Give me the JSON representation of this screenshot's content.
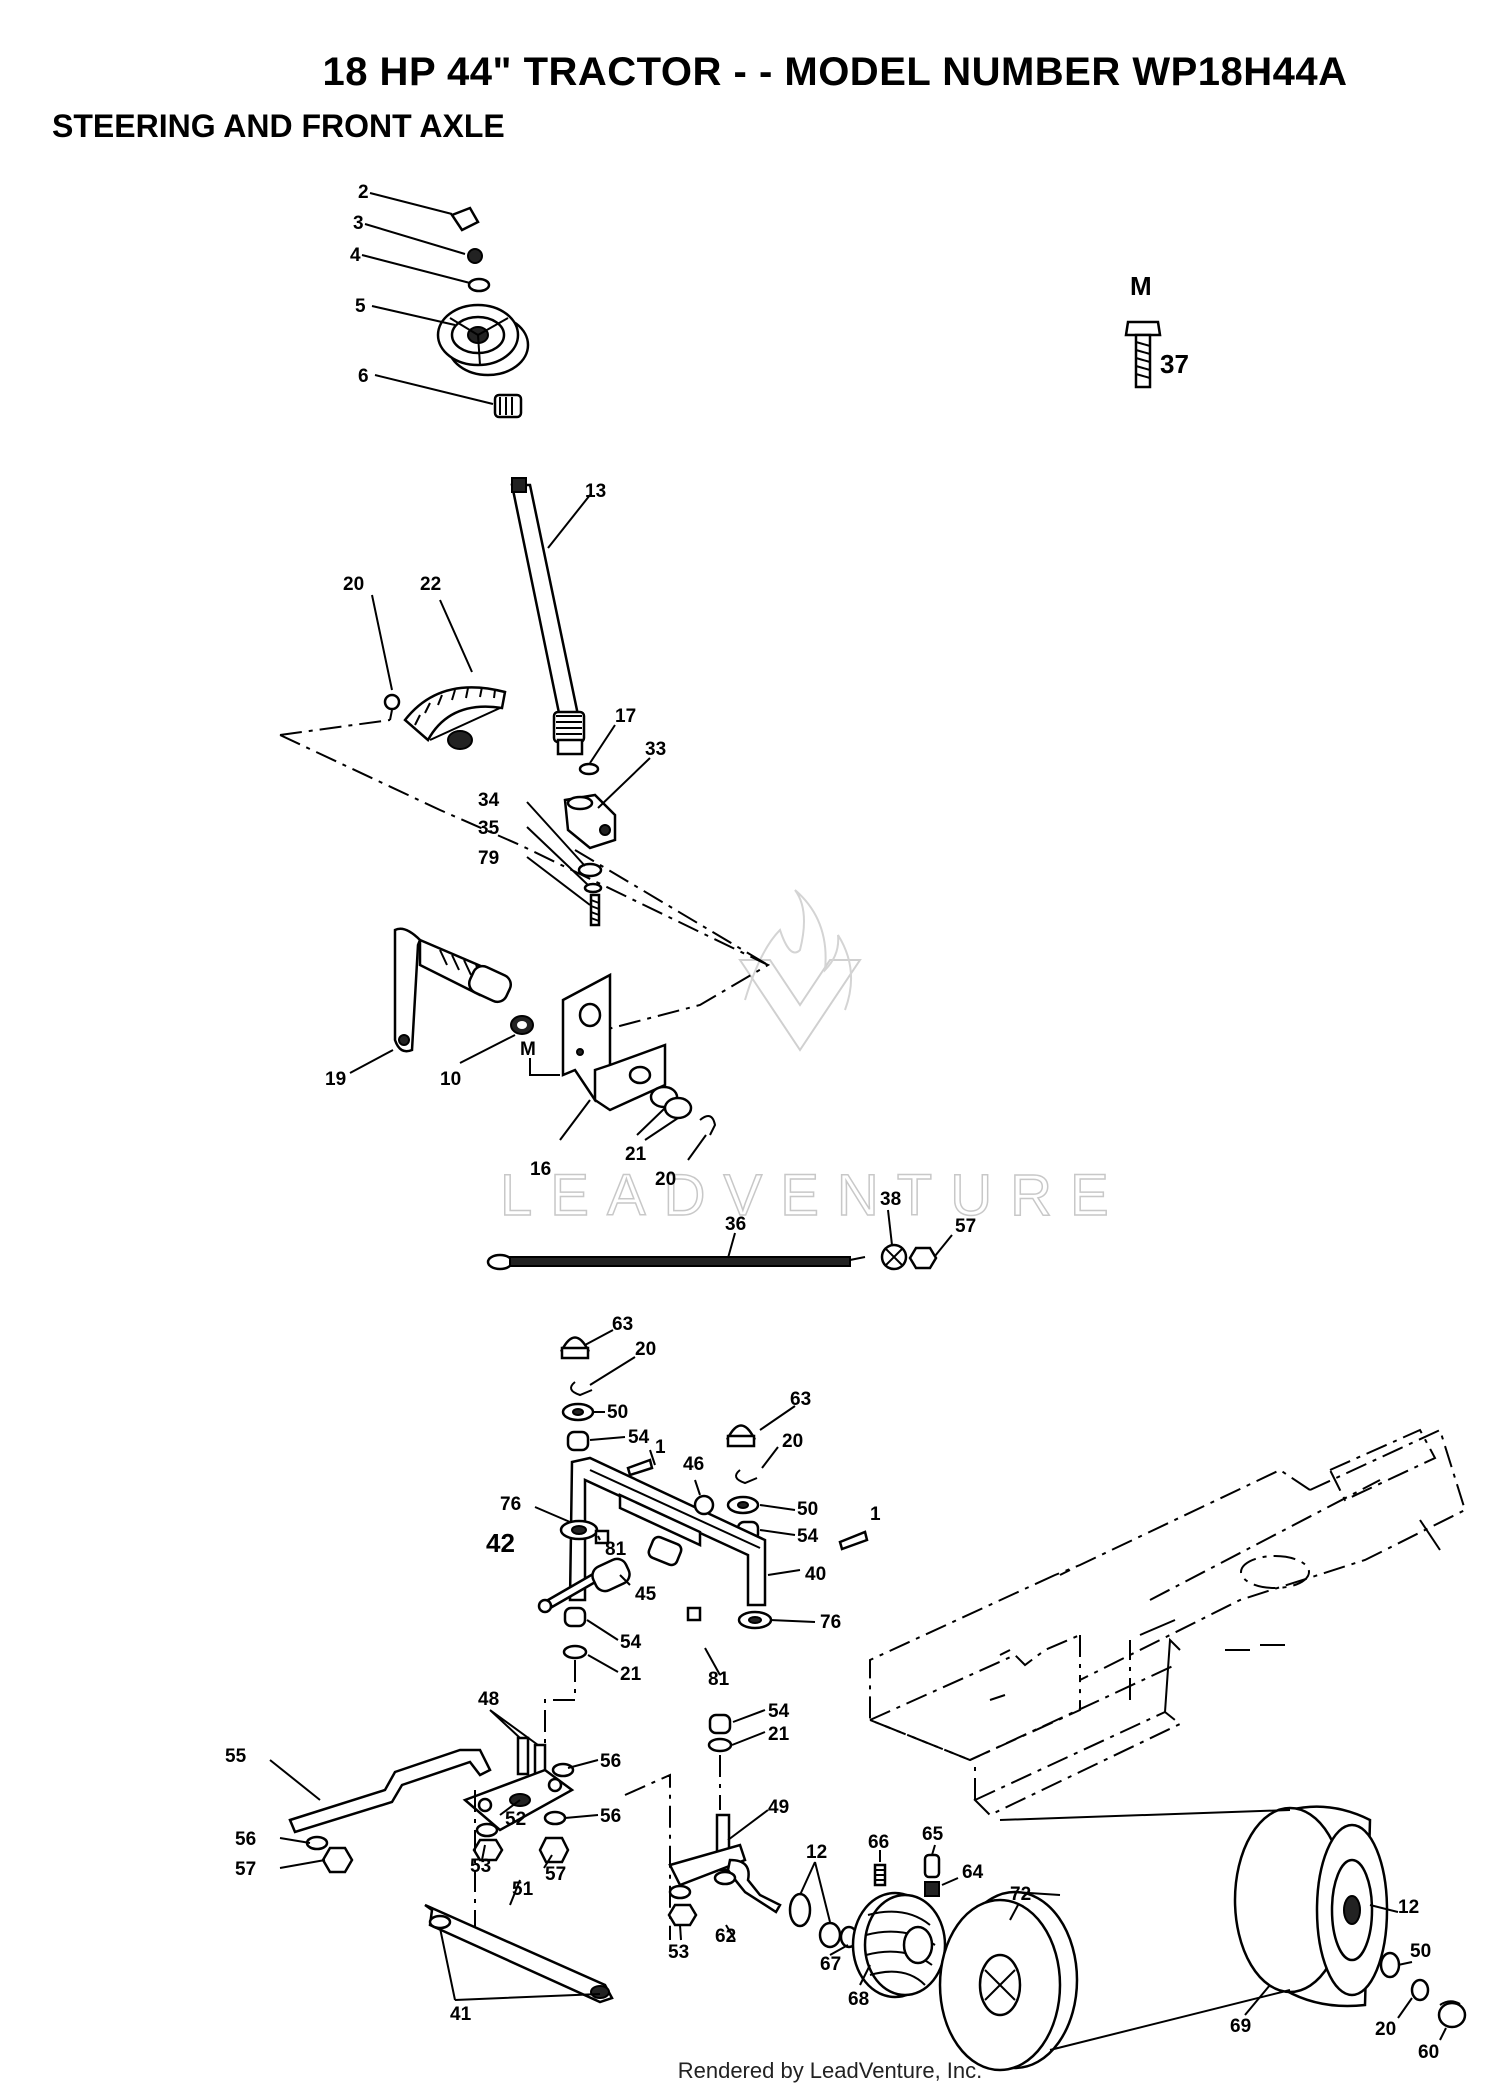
{
  "header": {
    "title": "18 HP 44\" TRACTOR - - MODEL NUMBER WP18H44A",
    "subtitle": "STEERING AND FRONT AXLE"
  },
  "legend": {
    "group": "M",
    "part": "37"
  },
  "watermark": "LEADVENTURE",
  "labels": {
    "p2": "2",
    "p3": "3",
    "p4": "4",
    "p5": "5",
    "p6": "6",
    "p13": "13",
    "p20a": "20",
    "p22": "22",
    "p17": "17",
    "p33": "33",
    "p34": "34",
    "p35": "35",
    "p79": "79",
    "p19": "19",
    "p10": "10",
    "pM": "M",
    "p16": "16",
    "p21a": "21",
    "p20b": "20",
    "p36": "36",
    "p38": "38",
    "p57a": "57",
    "p63a": "63",
    "p20c": "20",
    "p50a": "50",
    "p54a": "54",
    "p1a": "1",
    "p46": "46",
    "p63b": "63",
    "p20d": "20",
    "p50b": "50",
    "p76a": "76",
    "p81a": "81",
    "p54b": "54",
    "p1b": "1",
    "p42": "42",
    "p45": "45",
    "p40": "40",
    "p54c": "54",
    "p81b": "81",
    "p76b": "76",
    "p21b": "21",
    "p54d": "54",
    "p21c": "21",
    "p48": "48",
    "p55": "55",
    "p56a": "56",
    "p52": "52",
    "p56b": "56",
    "p56c": "56",
    "p57b": "57",
    "p53a": "53",
    "p57c": "57",
    "p49": "49",
    "p12a": "12",
    "p66": "66",
    "p65": "65",
    "p64": "64",
    "p72": "72",
    "p12b": "12",
    "p50c": "50",
    "p51": "51",
    "p62": "62",
    "p53b": "53",
    "p67": "67",
    "p68": "68",
    "p41": "41",
    "p69": "69",
    "p20e": "20",
    "p60": "60"
  },
  "footer": "Rendered by LeadVenture, Inc."
}
